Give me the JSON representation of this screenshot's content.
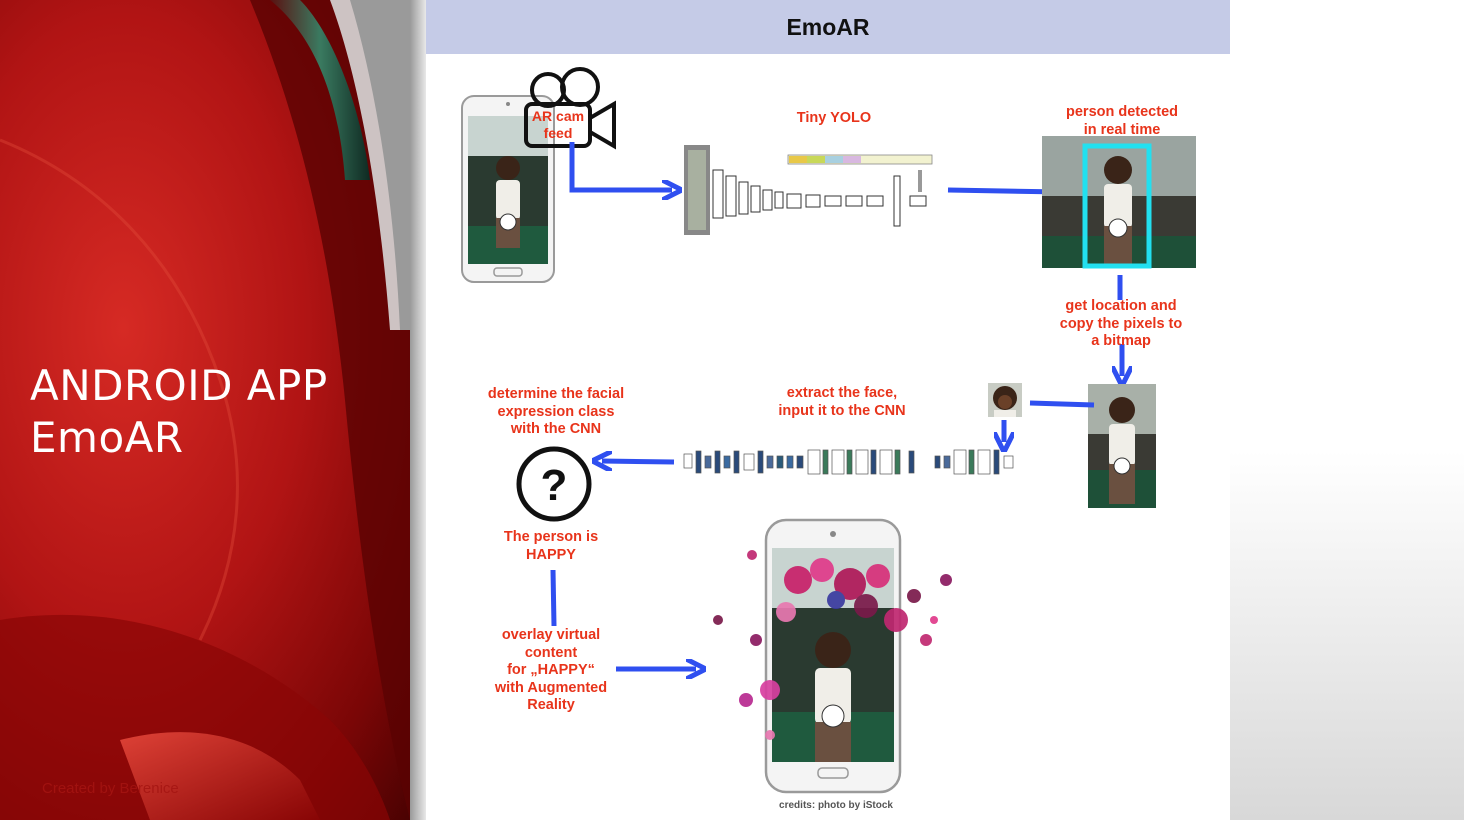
{
  "slide": {
    "heading_line1": "ANDROID APP",
    "heading_line2": "EmoAR",
    "created_by": "Created by Berenice"
  },
  "diagram": {
    "title": "EmoAR",
    "cam_label": "AR cam\nfeed",
    "yolo_label": "Tiny YOLO",
    "detected_label": "person detected\nin real time",
    "location_label": "get location and\ncopy the pixels to\na bitmap",
    "extract_label": "extract the face,\ninput it to the CNN",
    "facial_label": "determine the facial\nexpression class\nwith the CNN",
    "question_mark": "?",
    "person_label": "The person is\nHAPPY",
    "overlay_label": "overlay virtual\ncontent\nfor „HAPPY“\nwith Augmented\nReality",
    "credits": "credits: photo by iStock"
  },
  "colors": {
    "arrow": "#2f4ff0",
    "label": "#e8341b",
    "detection_box": "#22e0f0",
    "title_bar": "#c5cbe7",
    "slide_red": "#b11414"
  },
  "icons": [
    "video-camera-icon",
    "question-circle-icon"
  ]
}
